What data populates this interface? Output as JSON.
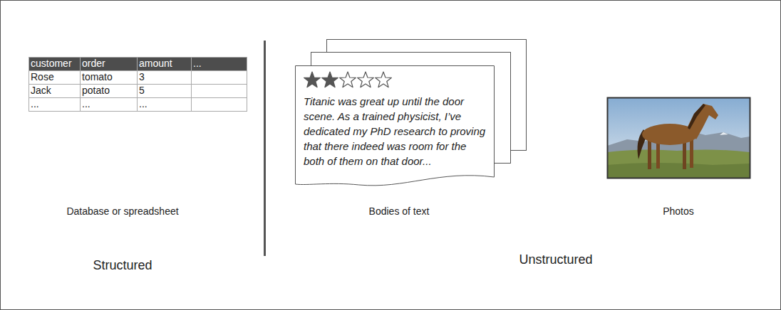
{
  "diagram": {
    "nodes": [
      {
        "text": [
          "Titanic was great up until the door scene. As a trained physicist, I’ve dedicated my PhD research to proving that there indeed was room for the both of them on that door..."
        ]
      }
    ],
    "labels": [
      "customer",
      "order",
      "amount",
      "...",
      "Rose",
      "tomato",
      "3",
      "Jack",
      "potato",
      "5",
      "...",
      "...",
      "...",
      "Database or spreadsheet",
      "Bodies of text",
      "Photos",
      "Structured",
      "Unstructured"
    ]
  }
}
